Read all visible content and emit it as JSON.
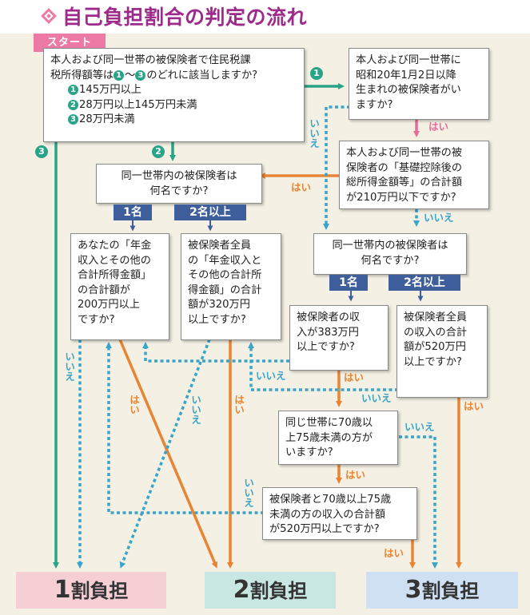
{
  "title": "自己負担割合の判定の流れ",
  "start_label": "スタート",
  "q_start": {
    "line1": "本人および同一世帯の被保険者で住民税課",
    "line2_a": "税所得額等は",
    "line2_b": "〜",
    "line2_c": "のどれに該当しますか?",
    "opt1": "145万円以上",
    "opt2": "28万円以上145万円未満",
    "opt3": "28万円未満"
  },
  "nums": {
    "n1": "1",
    "n2": "2",
    "n3": "3"
  },
  "q_birth": [
    "本人および同一世帯に",
    "昭和20年1月2日以降",
    "生まれの被保険者がい",
    "ますか?"
  ],
  "q_deduction": [
    "本人および同一世帯の被",
    "保険者の「基礎控除後の",
    "総所得金額等」の合計額",
    "が210万円以下ですか?"
  ],
  "q_count_left": [
    "同一世帯内の被保険者は",
    "何名ですか?"
  ],
  "q_count_right": [
    "同一世帯内の被保険者は",
    "何名ですか?"
  ],
  "tag_one": "1名",
  "tag_two_plus": "2名以上",
  "q_pension_single": [
    "あなたの「年金",
    "収入とその他の",
    "合計所得金額」",
    "の合計額が",
    "200万円以上",
    "ですか?"
  ],
  "q_pension_multi": [
    "被保険者全員",
    "の「年金収入と",
    "その他の合計所",
    "得金額」の合計",
    "額が320万円",
    "以上ですか?"
  ],
  "q_income_383": [
    "被保険者の収",
    "入が383万円",
    "以上ですか?"
  ],
  "q_income_520": [
    "被保険者全員",
    "の収入の合計",
    "額が520万円",
    "以上ですか?"
  ],
  "q_age_70_75": [
    "同じ世帯に70歳以",
    "上75歳未満の方が",
    "いますか?"
  ],
  "q_combined_520": [
    "被保険者と70歳以上75歳",
    "未満の方の収入の合計額",
    "が520万円以上ですか?"
  ],
  "yes": "はい",
  "no": "いいえ",
  "results": {
    "r1_num": "1",
    "r1_text": "割負担",
    "r2_num": "2",
    "r2_text": "割負担",
    "r3_num": "3",
    "r3_text": "割負担"
  },
  "colors": {
    "orange": "#e88534",
    "teal": "#2aa389",
    "blue_dotted": "#3aa4c9",
    "pink": "#e66d98",
    "navy": "#3f5e9c",
    "title": "#9e2a8c"
  }
}
